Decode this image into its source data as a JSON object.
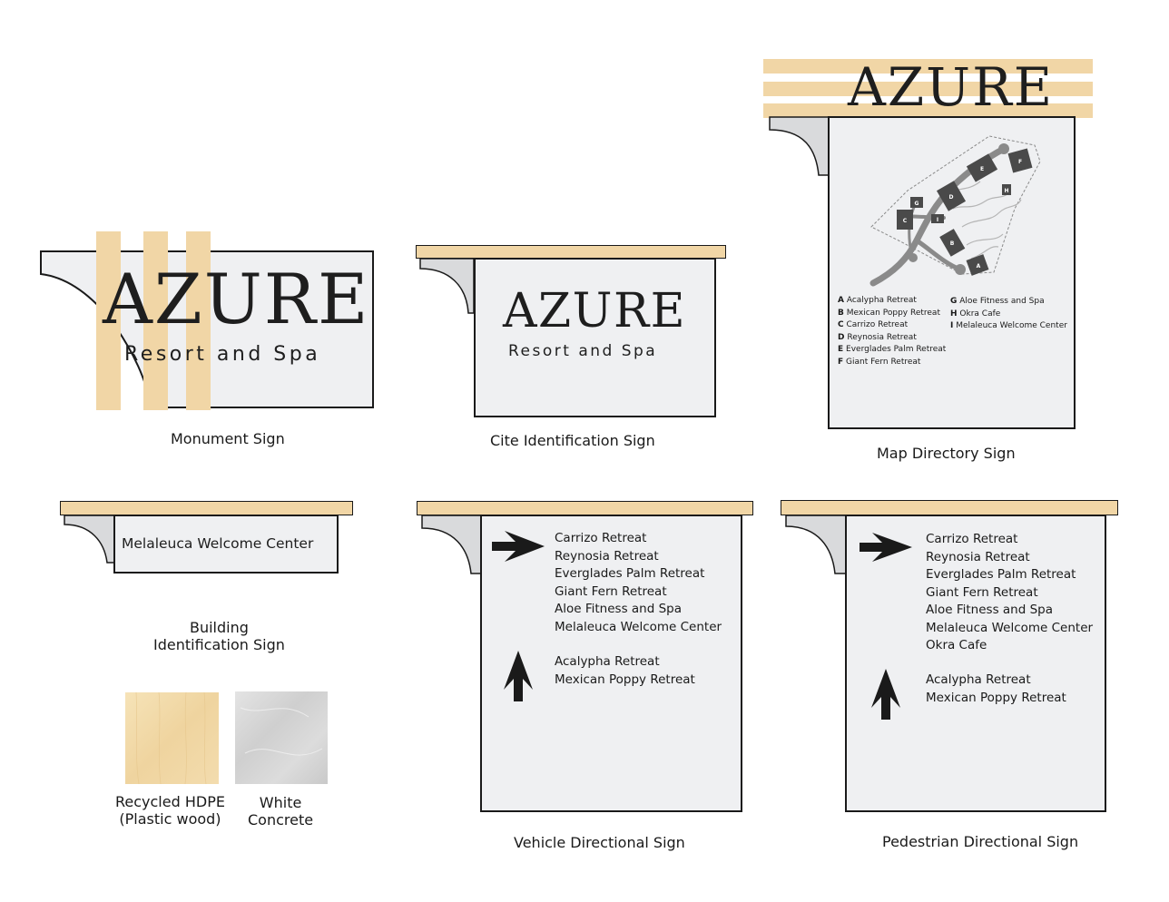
{
  "brand": {
    "logo": "AZURE",
    "tagline": "Resort and Spa"
  },
  "signs": {
    "monument": {
      "caption": "Monument Sign"
    },
    "cite": {
      "caption": "Cite Identification Sign"
    },
    "map": {
      "caption": "Map Directory Sign",
      "legend_left": [
        {
          "key": "A",
          "label": "Acalypha Retreat"
        },
        {
          "key": "B",
          "label": "Mexican Poppy Retreat"
        },
        {
          "key": "C",
          "label": "Carrizo Retreat"
        },
        {
          "key": "D",
          "label": "Reynosia Retreat"
        },
        {
          "key": "E",
          "label": "Everglades Palm Retreat"
        },
        {
          "key": "F",
          "label": "Giant Fern Retreat"
        }
      ],
      "legend_right": [
        {
          "key": "G",
          "label": "Aloe Fitness and Spa"
        },
        {
          "key": "H",
          "label": "Okra Cafe"
        },
        {
          "key": "I",
          "label": "Melaleuca Welcome Center"
        }
      ],
      "building_letters": [
        "A",
        "B",
        "C",
        "D",
        "E",
        "F",
        "G",
        "H",
        "I"
      ]
    },
    "building": {
      "name": "Melaleuca Welcome Center",
      "caption_line1": "Building",
      "caption_line2": "Identification Sign"
    },
    "vehicle": {
      "caption": "Vehicle Directional Sign",
      "right_list": [
        "Carrizo Retreat",
        "Reynosia Retreat",
        "Everglades Palm Retreat",
        "Giant Fern Retreat",
        "Aloe Fitness and Spa",
        "Melaleuca Welcome Center"
      ],
      "up_list": [
        "Acalypha Retreat",
        "Mexican Poppy Retreat"
      ]
    },
    "pedestrian": {
      "caption": "Pedestrian Directional Sign",
      "right_list": [
        "Carrizo Retreat",
        "Reynosia Retreat",
        "Everglades Palm Retreat",
        "Giant Fern Retreat",
        "Aloe Fitness and Spa",
        "Melaleuca Welcome Center",
        "Okra Cafe"
      ],
      "up_list": [
        "Acalypha Retreat",
        "Mexican Poppy Retreat"
      ]
    }
  },
  "materials": [
    {
      "line1": "Recycled HDPE",
      "line2": "(Plastic wood)",
      "swatch": "wood",
      "color": "#f3dcaa"
    },
    {
      "line1": "White",
      "line2": "Concrete",
      "swatch": "concrete",
      "color": "#d6d6d6"
    }
  ],
  "colors": {
    "wood": "#f1d6a6",
    "panel": "#eff0f2",
    "ink": "#1a1a1a",
    "map_dark": "#4a4a4a"
  }
}
